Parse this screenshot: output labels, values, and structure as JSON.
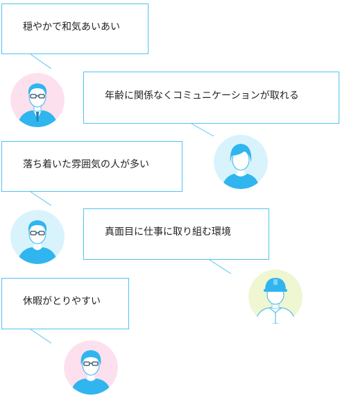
{
  "colors": {
    "bubble_border": "#4fc3f2",
    "skin_blue": "#30b5ee",
    "bg_pink": "#fde0ee",
    "bg_cyan": "#d8f3fb",
    "bg_lime": "#eef6d2",
    "helmet": "#30b5ee"
  },
  "comments": [
    {
      "text": "穏やかで和気あいあい",
      "avatar_icon": "man-with-glasses-icon"
    },
    {
      "text": "年齢に関係なくコミュニケーションが取れる",
      "avatar_icon": "woman-icon"
    },
    {
      "text": "落ち着いた雰囲気の人が多い",
      "avatar_icon": "man-with-glasses-icon"
    },
    {
      "text": "真面目に仕事に取り組む環境",
      "avatar_icon": "worker-with-helmet-icon"
    },
    {
      "text": "休暇がとりやすい",
      "avatar_icon": "person-with-glasses-icon"
    }
  ]
}
